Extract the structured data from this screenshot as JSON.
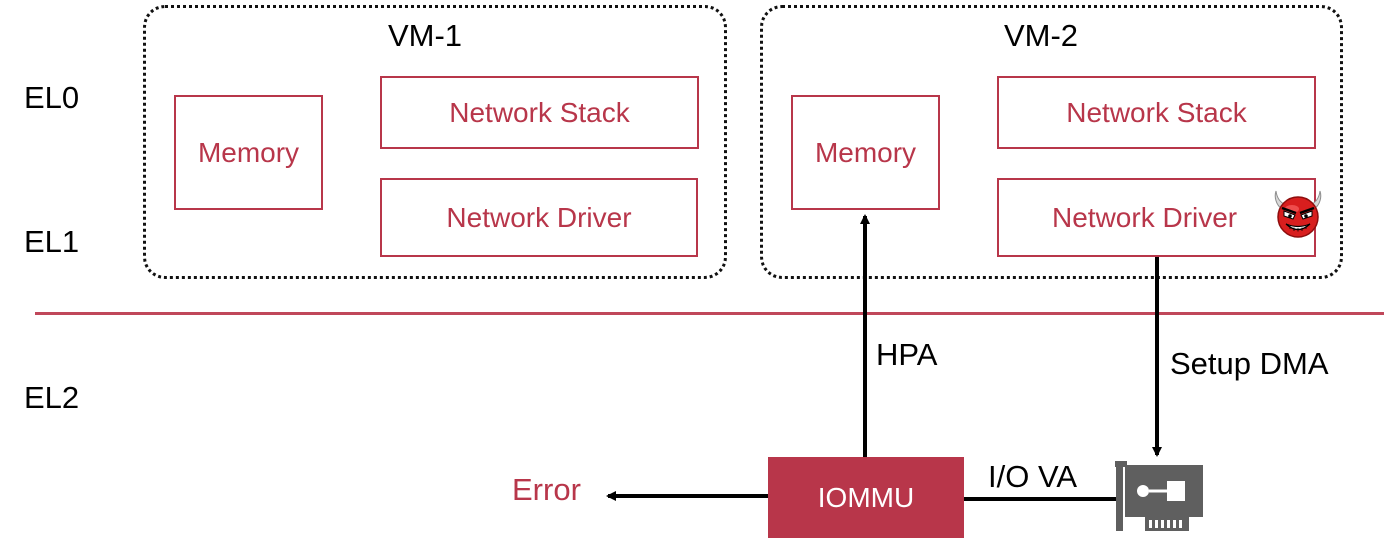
{
  "levels": {
    "el0": "EL0",
    "el1": "EL1",
    "el2": "EL2"
  },
  "vm1": {
    "title": "VM-1",
    "memory": "Memory",
    "network_stack": "Network Stack",
    "network_driver": "Network Driver"
  },
  "vm2": {
    "title": "VM-2",
    "memory": "Memory",
    "network_stack": "Network Stack",
    "network_driver": "Network Driver",
    "driver_badge_icon": "devil-face-icon"
  },
  "flow": {
    "hpa_label": "HPA",
    "setup_dma_label": "Setup DMA",
    "io_va_label": "I/O VA",
    "iommu_label": "IOMMU",
    "error_label": "Error",
    "nic_icon": "network-card-icon"
  },
  "colors": {
    "accent": "#b8364a",
    "divider": "#c0475a",
    "text": "#000000",
    "device_gray": "#5f5f5f"
  }
}
